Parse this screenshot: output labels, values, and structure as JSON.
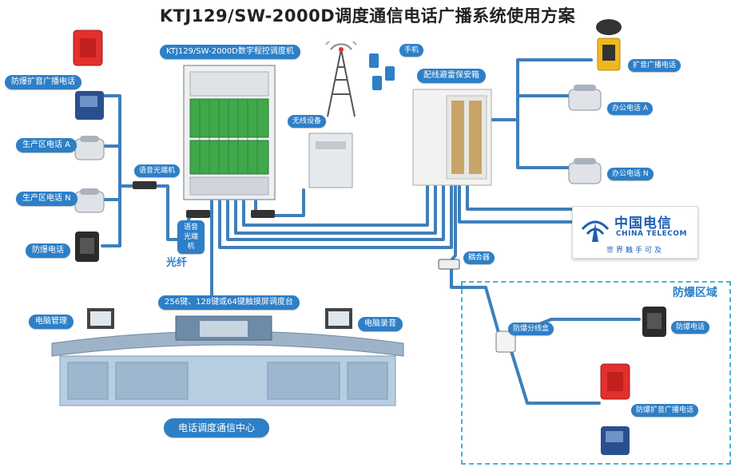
{
  "title": "KTJ129/SW-2000D调度通信电话广播系统使用方案",
  "labels": {
    "switch": "KTJ129/SW-2000D数字程控调度机",
    "explosion_broadcast_left": "防爆扩音广播电话",
    "production_a": "生产区电话 A",
    "production_n": "生产区电话 N",
    "explosion_phone_left": "防爆电话",
    "voice_optical_left": "语音光端机",
    "voice_optical_mid": "语音光端机",
    "fiber": "光纤",
    "wireless": "无线设备",
    "mobile": "手机",
    "lightning_box": "配线避雷保安箱",
    "broadcast_right": "扩音广播电话",
    "office_a": "办公电话 A",
    "office_n": "办公电话 N",
    "coupler": "耦合器",
    "console": "256键、128键或64键触摸屏调度台",
    "pc_manage": "电脑管理",
    "pc_record": "电脑录音",
    "center": "电话调度通信中心",
    "zone": "防爆区域",
    "splitter": "防爆分线盒",
    "zone_phone": "防爆电话",
    "zone_broadcast": "防爆扩音广播电话"
  },
  "telecom": {
    "cn": "中国电信",
    "en": "CHINA TELECOM",
    "slogan": "世界触手可及"
  },
  "colors": {
    "label_bg": "#2d7fc7",
    "line": "#3f7fb9",
    "zone_border": "#43b4d6",
    "rack_green": "#3fa84a",
    "explosion_red": "#e2302e",
    "phone_blue": "#2a4f8f"
  }
}
